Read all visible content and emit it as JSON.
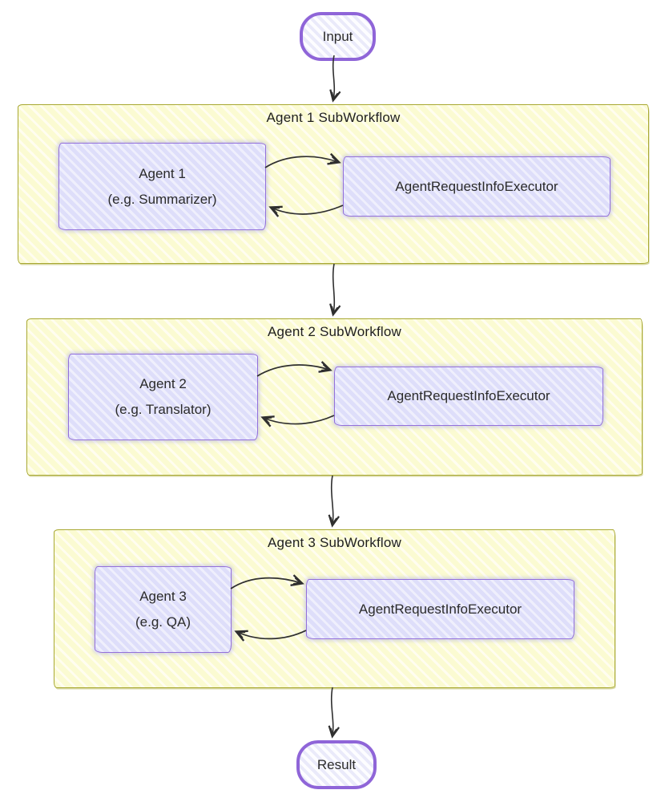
{
  "diagram": {
    "type": "flowchart-hand-drawn",
    "input_label": "Input",
    "result_label": "Result",
    "subworkflows": [
      {
        "title": "Agent 1 SubWorkflow",
        "agent_line1": "Agent 1",
        "agent_line2": "(e.g. Summarizer)",
        "executor_label": "AgentRequestInfoExecutor"
      },
      {
        "title": "Agent 2 SubWorkflow",
        "agent_line1": "Agent 2",
        "agent_line2": "(e.g. Translator)",
        "executor_label": "AgentRequestInfoExecutor"
      },
      {
        "title": "Agent 3 SubWorkflow",
        "agent_line1": "Agent 3",
        "agent_line2": "(e.g. QA)",
        "executor_label": "AgentRequestInfoExecutor"
      }
    ],
    "edges": [
      "Input -> Agent 1 SubWorkflow",
      "Agent 1 <-> AgentRequestInfoExecutor",
      "Agent 1 SubWorkflow -> Agent 2 SubWorkflow",
      "Agent 2 <-> AgentRequestInfoExecutor",
      "Agent 2 SubWorkflow -> Agent 3 SubWorkflow",
      "Agent 3 <-> AgentRequestInfoExecutor",
      "Agent 3 SubWorkflow -> Result"
    ],
    "colors": {
      "cluster_fill": "#fbfbd2",
      "cluster_border": "#a8a832",
      "node_fill": "#dedefa",
      "node_border": "#9370db",
      "terminal_border": "#8f65d8",
      "edge_stroke": "#2f2f2f",
      "text": "#2b2b2b",
      "background": "#ffffff"
    }
  }
}
